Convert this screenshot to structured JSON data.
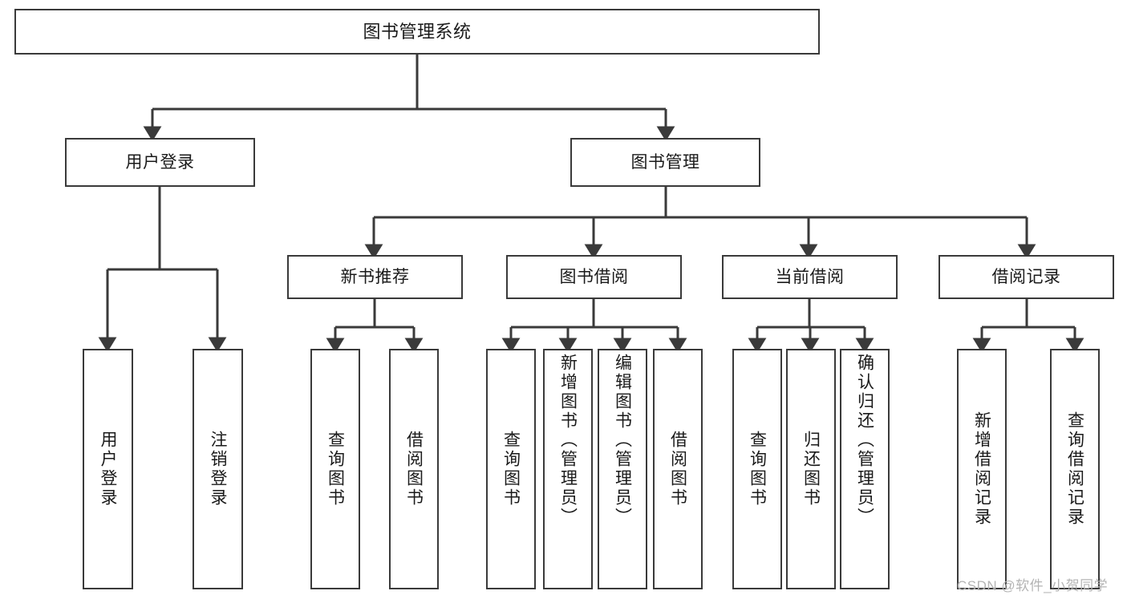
{
  "diagram": {
    "type": "hierarchy-tree",
    "title": "图书管理系统",
    "root": {
      "label": "图书管理系统"
    },
    "level1": [
      {
        "id": "user-login",
        "label": "用户登录"
      },
      {
        "id": "book-management",
        "label": "图书管理"
      }
    ],
    "level2": [
      {
        "id": "new-book-recommend",
        "label": "新书推荐",
        "parent": "book-management"
      },
      {
        "id": "book-borrow",
        "label": "图书借阅",
        "parent": "book-management"
      },
      {
        "id": "current-borrow",
        "label": "当前借阅",
        "parent": "book-management"
      },
      {
        "id": "borrow-record",
        "label": "借阅记录",
        "parent": "book-management"
      }
    ],
    "leaves": [
      {
        "id": "leaf-user-login",
        "label": "用户登录",
        "parent": "user-login"
      },
      {
        "id": "leaf-logout",
        "label": "注销登录",
        "parent": "user-login"
      },
      {
        "id": "leaf-query-book-1",
        "label": "查询图书",
        "parent": "new-book-recommend"
      },
      {
        "id": "leaf-borrow-book-1",
        "label": "借阅图书",
        "parent": "new-book-recommend"
      },
      {
        "id": "leaf-query-book-2",
        "label": "查询图书",
        "parent": "book-borrow"
      },
      {
        "id": "leaf-add-book",
        "label": "新增图书（管理员）",
        "parent": "book-borrow"
      },
      {
        "id": "leaf-edit-book",
        "label": "编辑图书（管理员）",
        "parent": "book-borrow"
      },
      {
        "id": "leaf-borrow-book-2",
        "label": "借阅图书",
        "parent": "book-borrow"
      },
      {
        "id": "leaf-query-book-3",
        "label": "查询图书",
        "parent": "current-borrow"
      },
      {
        "id": "leaf-return-book",
        "label": "归还图书",
        "parent": "current-borrow"
      },
      {
        "id": "leaf-confirm-return",
        "label": "确认归还（管理员）",
        "parent": "current-borrow"
      },
      {
        "id": "leaf-add-record",
        "label": "新增借阅记录",
        "parent": "borrow-record"
      },
      {
        "id": "leaf-query-record",
        "label": "查询借阅记录",
        "parent": "borrow-record"
      }
    ],
    "stroke_color": "#3a3a3a",
    "background_color": "#ffffff",
    "text_color": "#1a1a1a"
  },
  "watermark": {
    "text": "CSDN @软件_小贺同学",
    "color": "#b4b4b4"
  }
}
